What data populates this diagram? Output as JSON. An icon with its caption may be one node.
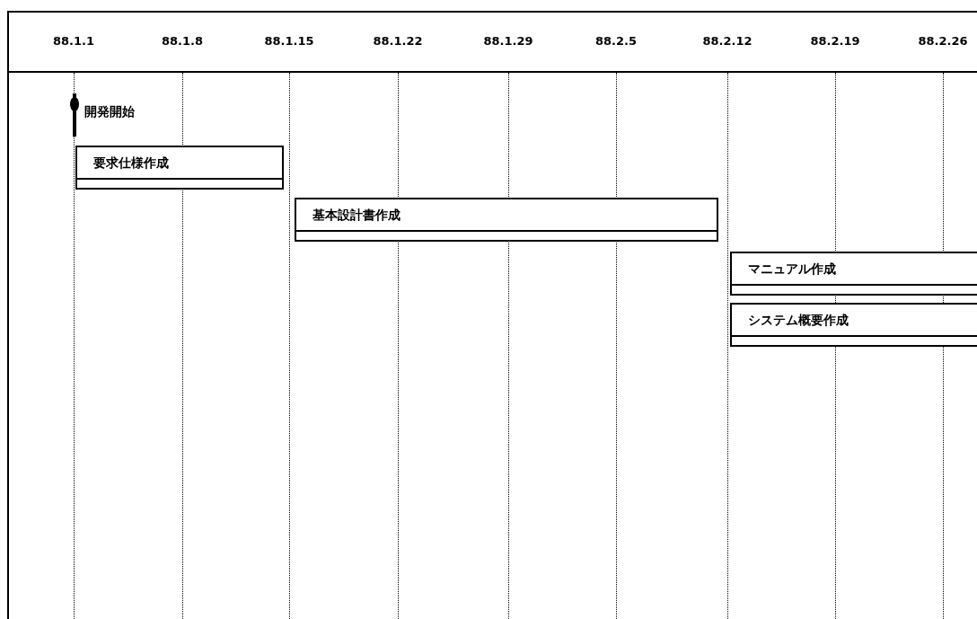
{
  "diagram": {
    "nodes": [
      {
        "text": [
          "開発開始"
        ]
      },
      {
        "text": [
          "要求仕様作成"
        ]
      },
      {
        "text": [
          "基本設計書作成"
        ]
      },
      {
        "text": [
          "マニュアル作成"
        ]
      },
      {
        "text": [
          "システム概要作成"
        ]
      }
    ],
    "labels": [
      "88.1.1",
      "88.1.8",
      "88.1.15",
      "88.1.22",
      "88.1.29",
      "88.2.5",
      "88.2.12",
      "88.2.19",
      "88.2.26"
    ]
  }
}
